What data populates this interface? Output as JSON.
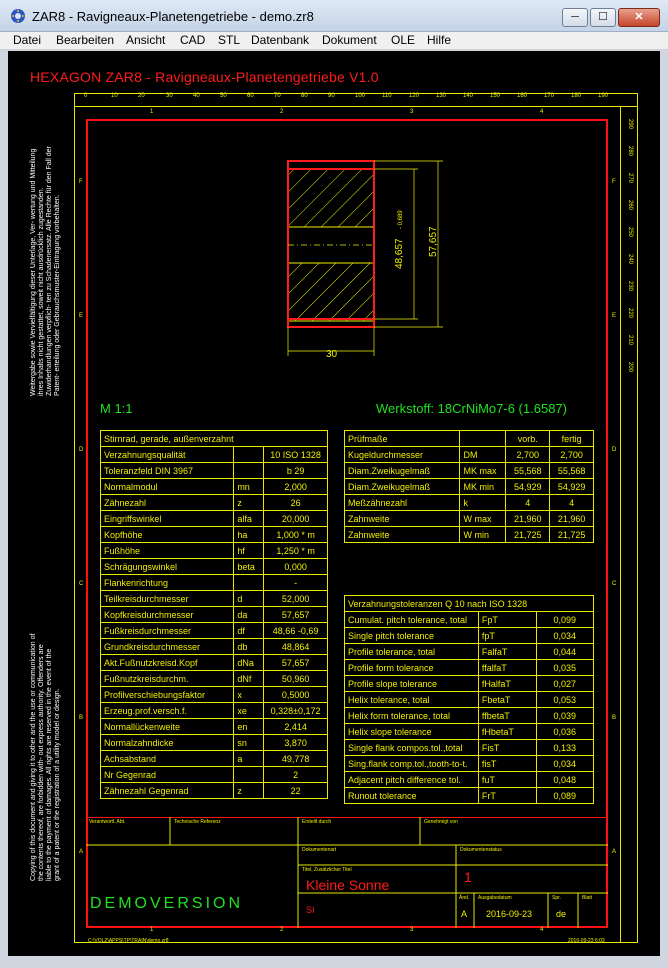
{
  "window": {
    "title": "ZAR8 - Ravigneaux-Planetengetriebe  -  demo.zr8",
    "min_glyph": "─",
    "max_glyph": "☐",
    "close_glyph": "✕"
  },
  "menu": [
    "Datei",
    "Bearbeiten",
    "Ansicht",
    "CAD",
    "STL",
    "Datenbank",
    "Dokument",
    "OLE",
    "Hilfe"
  ],
  "colors": {
    "background": "#000000",
    "frame": "#e8e800",
    "red": "#ff1b1b",
    "green": "#20e020"
  },
  "drawing": {
    "header": "HEXAGON   ZAR8 - Ravigneaux-Planetengetriebe  V1.0",
    "scale": "M 1:1",
    "material": "Werkstoff: 18CrNiMo7-6 (1.6587)",
    "dim_width": "30",
    "dim_pitch": "48,657",
    "dim_pitch_suffix": "- 0,689",
    "dim_outer": "57,657",
    "ruler_top": [
      "0",
      "10",
      "20",
      "30",
      "40",
      "50",
      "60",
      "70",
      "80",
      "90",
      "100",
      "110",
      "120",
      "130",
      "140",
      "150",
      "160",
      "170",
      "180",
      "190"
    ],
    "ruler_right": [
      "290",
      "280",
      "270",
      "260",
      "250",
      "240",
      "230",
      "220",
      "210",
      "200"
    ],
    "col_markers": [
      "1",
      "2",
      "3",
      "4"
    ],
    "row_markers": [
      "F",
      "E",
      "D",
      "C",
      "B",
      "A"
    ],
    "side_text_upper": "Weitergabe sowie Vervielfältigung dieser Unterlage, Ver- wertung und Mitteilung ihres Inhalts nicht gestattet, soweit nicht ausdrücklich zugestanden. Zuwiderhandlungen verpflich- ten zu Schadenersatz. Alle Rechte für den Fall der Patent- erteilung oder Gebrauchsmuster-Eintragung vorbehalten.",
    "side_text_lower": "Copying of this document and giving it to other and the use or communication of the contents thereof, are forbidden with- out express authority. Offenders are liable to the payment of damages. All rights are reserved in the event of the grant of a patent or the registration of a utility model or design."
  },
  "main_table": {
    "title": "Stirnrad, gerade, außenverzahnt",
    "rows": [
      [
        "Verzahnungsqualität",
        "",
        "10 ISO 1328"
      ],
      [
        "Toleranzfeld DIN 3967",
        "",
        "b 29"
      ],
      [
        "Normalmodul",
        "mn",
        "2,000"
      ],
      [
        "Zähnezahl",
        "z",
        "26"
      ],
      [
        "Eingriffswinkel",
        "alfa",
        "20,000"
      ],
      [
        "Kopfhöhe",
        "ha",
        "1,000 * m"
      ],
      [
        "Fußhöhe",
        "hf",
        "1,250 * m"
      ],
      [
        "Schrägungswinkel",
        "beta",
        "0,000"
      ],
      [
        "Flankenrichtung",
        "",
        "-"
      ],
      [
        "Teilkreisdurchmesser",
        "d",
        "52,000"
      ],
      [
        "Kopfkreisdurchmesser",
        "da",
        "57,657"
      ],
      [
        "Fußkreisdurchmesser",
        "df",
        "48,66 -0,69"
      ],
      [
        "Grundkreisdurchmesser",
        "db",
        "48,864"
      ],
      [
        "Akt.Fußnutzkreisd.Kopf",
        "dNa",
        "57,657"
      ],
      [
        "Fußnutzkreisdurchm.",
        "dNf",
        "50,960"
      ],
      [
        "Profilverschiebungsfaktor",
        "x",
        "0,5000"
      ],
      [
        "Erzeug.prof.versch.f.",
        "xe",
        "0,328±0,172"
      ],
      [
        "Normallückenweite",
        "en",
        "2,414"
      ],
      [
        "Normalzahndicke",
        "sn",
        "3,870"
      ],
      [
        "Achsabstand",
        "a",
        "49,778"
      ],
      [
        "Nr Gegenrad",
        "",
        "2"
      ],
      [
        "Zähnezahl Gegenrad",
        "z",
        "22"
      ]
    ]
  },
  "pruef_table": {
    "headers": [
      "Prüfmaße",
      "",
      "vorb.",
      "fertig"
    ],
    "rows": [
      [
        "Kugeldurchmesser",
        "DM",
        "2,700",
        "2,700"
      ],
      [
        "Diam.Zweikugelmaß",
        "MK max",
        "55,568",
        "55,568"
      ],
      [
        "Diam.Zweikugelmaß",
        "MK min",
        "54,929",
        "54,929"
      ],
      [
        "Meßzähnezahl",
        "k",
        "4",
        "4"
      ],
      [
        "Zahnweite",
        "W max",
        "21,960",
        "21,960"
      ],
      [
        "Zahnweite",
        "W min",
        "21,725",
        "21,725"
      ]
    ]
  },
  "tol_table": {
    "title": "Verzahnungstoleranzen Q 10 nach ISO 1328",
    "rows": [
      [
        "Cumulat. pitch tolerance, total",
        "FpT",
        "0,099"
      ],
      [
        "Single pitch tolerance",
        "fpT",
        "0,034"
      ],
      [
        "Profile tolerance, total",
        "FalfaT",
        "0,044"
      ],
      [
        "Profile form tolerance",
        "ffalfaT",
        "0,035"
      ],
      [
        "Profile slope tolerance",
        "fHalfaT",
        "0,027"
      ],
      [
        "Helix tolerance, total",
        "FbetaT",
        "0,053"
      ],
      [
        "Helix form tolerance, total",
        "ffbetaT",
        "0,039"
      ],
      [
        "Helix slope tolerance",
        "fHbetaT",
        "0,036"
      ],
      [
        "Single flank compos.tol.,total",
        "FisT",
        "0,133"
      ],
      [
        "Sing.flank comp.tol.,tooth-to-t.",
        "fisT",
        "0,034"
      ],
      [
        "Adjacent pitch difference tol.",
        "fuT",
        "0,048"
      ],
      [
        "Runout tolerance",
        "FrT",
        "0,089"
      ]
    ]
  },
  "title_block": {
    "verantw": "Verantwortl. Abt.",
    "tech_ref": "Technische Referenz",
    "erstellt": "Erstellt durch",
    "genehmigt": "Genehmigt von",
    "dokumentart": "Dokumentenart",
    "dokumentstatus": "Dokumentenstatus",
    "titel_label": "Titel, Zusätzlicher Titel",
    "titel": "Kleine Sonne",
    "titel_sub": "SI",
    "demo": "DEMOVERSION",
    "number": "1",
    "aend_label": "Änd.",
    "ausgabe_label": "Ausgabedatum",
    "spr_label": "Spr.",
    "blatt_label": "Blatt",
    "aend": "A",
    "date": "2016-09-23",
    "spr": "de",
    "path": "C:\\VOLZ\\APPS\\TP\\TRAIN\\demo.zr8",
    "stamp": "2016-09-23 6:03"
  }
}
